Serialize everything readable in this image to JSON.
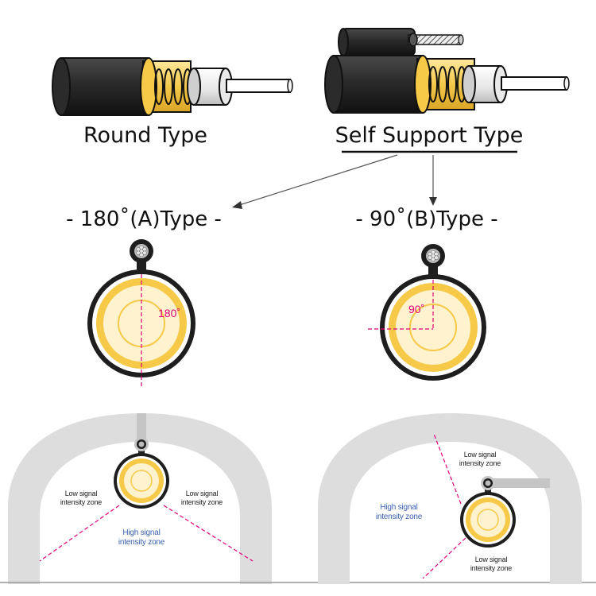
{
  "top": {
    "round_label": "Round Type",
    "self_support_label": "Self Support Type"
  },
  "types": {
    "a_label": "- 180˚(A)Type -",
    "b_label": "- 90˚(B)Type -",
    "a_angle": "180˚",
    "b_angle": "90˚"
  },
  "zones": {
    "left_low_left": [
      "Low signal",
      "intensity zone"
    ],
    "left_low_right": [
      "Low signal",
      "intensity zone"
    ],
    "left_high": [
      "High signal",
      "intensity zone"
    ],
    "right_low_top": [
      "Low signal",
      "intensity zone"
    ],
    "right_high": [
      "High signal",
      "intensity zone"
    ],
    "right_low_bottom": [
      "Low signal",
      "intensity zone"
    ]
  },
  "colors": {
    "jacket": "#1e1e1e",
    "shield": "#f7c948",
    "accent": "#e0007a",
    "tunnel": "#dddddd",
    "high_zone": "#3a5fb0"
  }
}
